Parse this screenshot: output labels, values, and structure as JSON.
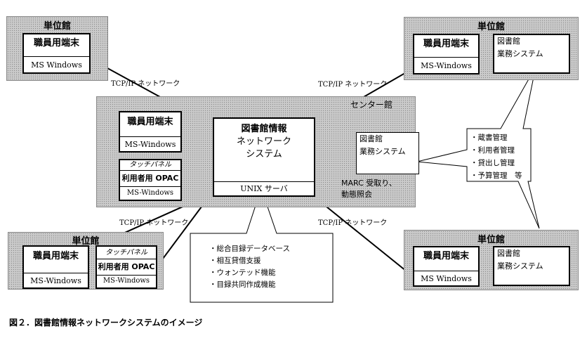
{
  "unit_label": "単位館",
  "center_label": "センター館",
  "staff_terminal": "職員用端末",
  "os_ms_windows_hyphen": "MS-Windows",
  "os_ms_windows_space": "MS Windows",
  "touch_panel": "タッチパネル",
  "user_opac": "利用者用 OPAC",
  "network_label": "TCP/IP ネットワーク",
  "central_system": {
    "line1": "図書館情報",
    "line2": "ネットワーク",
    "line3": "システム",
    "server": "UNIX サーバ"
  },
  "library_business_system": {
    "line1": "図書館",
    "line2": "業務システム"
  },
  "marc_note": {
    "line1": "MARC 受取り、",
    "line2": "動態照会"
  },
  "business_functions": [
    "・蔵書管理",
    "・利用者管理",
    "・貸出し管理",
    "・予算管理　等"
  ],
  "server_functions": [
    "・総合目録データベース",
    "・相互貸借支援",
    "・ウォンテッド機能",
    "・目録共同作成機能"
  ],
  "caption": "図２．図書館情報ネットワークシステムのイメージ"
}
